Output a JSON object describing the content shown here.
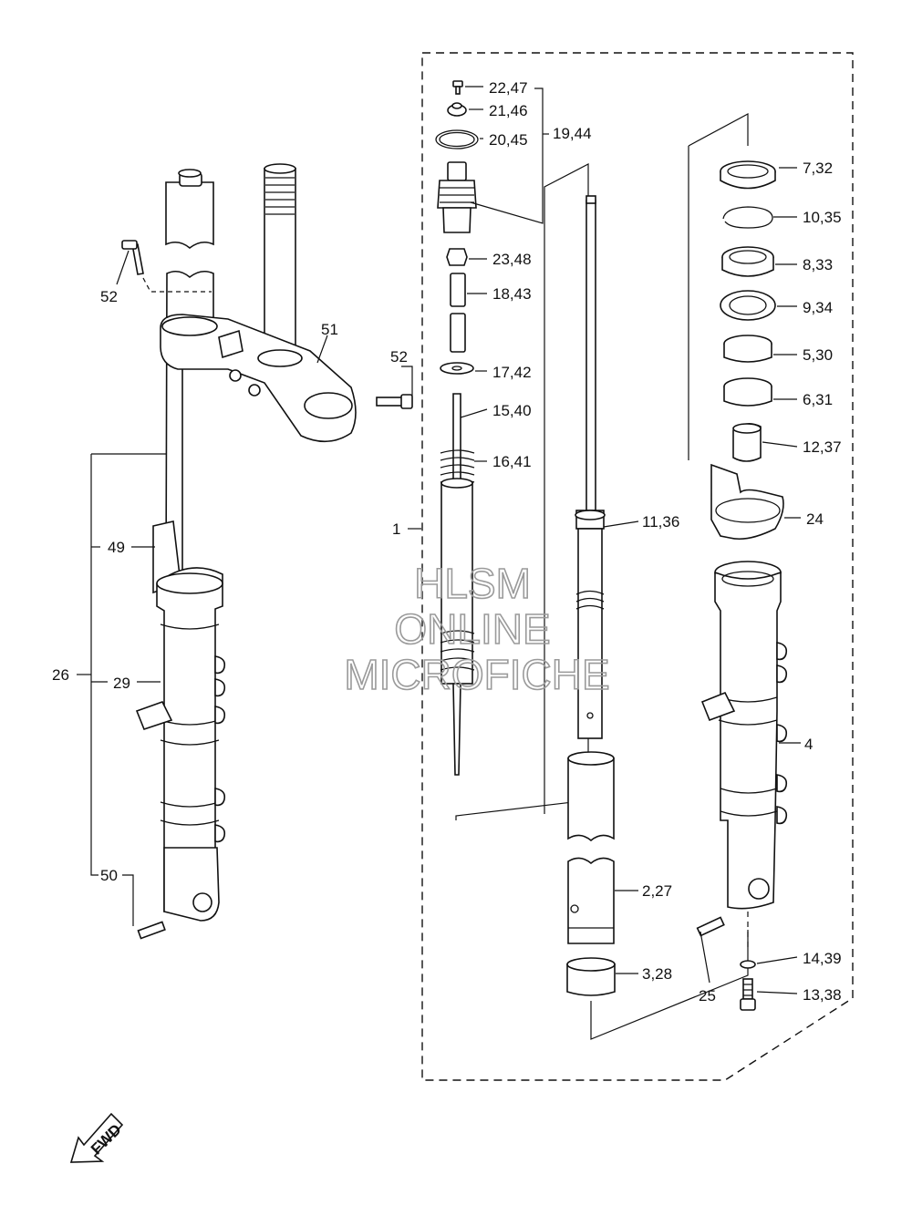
{
  "diagram": {
    "callouts": [
      {
        "id": "c-22-47",
        "text": "22,47"
      },
      {
        "id": "c-21-46",
        "text": "21,46"
      },
      {
        "id": "c-20-45",
        "text": "20,45"
      },
      {
        "id": "c-19-44",
        "text": "19,44"
      },
      {
        "id": "c-23-48",
        "text": "23,48"
      },
      {
        "id": "c-18-43",
        "text": "18,43"
      },
      {
        "id": "c-17-42",
        "text": "17,42"
      },
      {
        "id": "c-15-40",
        "text": "15,40"
      },
      {
        "id": "c-16-41",
        "text": "16,41"
      },
      {
        "id": "c-1",
        "text": "1"
      },
      {
        "id": "c-11-36",
        "text": "11,36"
      },
      {
        "id": "c-2-27",
        "text": "2,27"
      },
      {
        "id": "c-3-28",
        "text": "3,28"
      },
      {
        "id": "c-7-32",
        "text": "7,32"
      },
      {
        "id": "c-10-35",
        "text": "10,35"
      },
      {
        "id": "c-8-33",
        "text": "8,33"
      },
      {
        "id": "c-9-34",
        "text": "9,34"
      },
      {
        "id": "c-5-30",
        "text": "5,30"
      },
      {
        "id": "c-6-31",
        "text": "6,31"
      },
      {
        "id": "c-12-37",
        "text": "12,37"
      },
      {
        "id": "c-24",
        "text": "24"
      },
      {
        "id": "c-4",
        "text": "4"
      },
      {
        "id": "c-14-39",
        "text": "14,39"
      },
      {
        "id": "c-13-38",
        "text": "13,38"
      },
      {
        "id": "c-25",
        "text": "25"
      },
      {
        "id": "c-52a",
        "text": "52"
      },
      {
        "id": "c-51",
        "text": "51"
      },
      {
        "id": "c-52b",
        "text": "52"
      },
      {
        "id": "c-49",
        "text": "49"
      },
      {
        "id": "c-26",
        "text": "26"
      },
      {
        "id": "c-29",
        "text": "29"
      },
      {
        "id": "c-50",
        "text": "50"
      }
    ],
    "fwd_label": "FWD",
    "watermark": [
      "HLSM",
      "ONLINE",
      "MICROFICHE"
    ]
  }
}
